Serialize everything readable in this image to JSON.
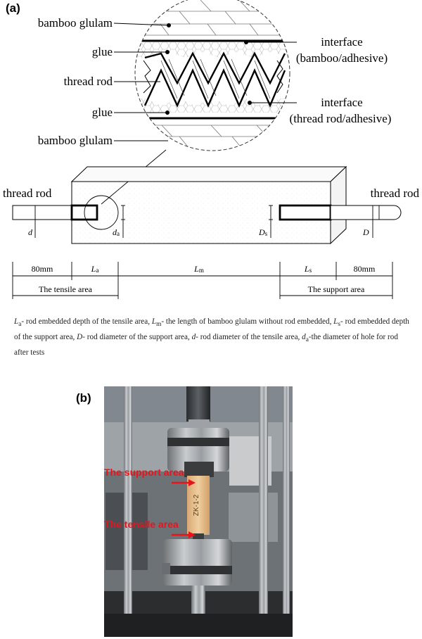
{
  "panel_a": "(a)",
  "panel_b": "(b)",
  "labels": {
    "bamboo_glulam_top": "bamboo glulam",
    "glue_top": "glue",
    "thread_rod_mid": "thread rod",
    "glue_bottom": "glue",
    "bamboo_glulam_bottom": "bamboo glulam",
    "interface1_l1": "interface",
    "interface1_l2": "(bamboo/adhesive)",
    "interface2_l1": "interface",
    "interface2_l2": "(thread rod/adhesive)",
    "thread_rod_left": "thread rod",
    "thread_rod_right": "thread rod"
  },
  "dims": {
    "d": "d",
    "da": "d",
    "da_sub": "a",
    "Ds": "D",
    "Ds_sub": "s",
    "D": "D",
    "seg_80_left": "80mm",
    "La": "L",
    "La_sub": "a",
    "Lm": "L",
    "Lm_sub": "m",
    "Ls": "L",
    "Ls_sub": "s",
    "seg_80_right": "80mm",
    "tensile_area": "The tensile area",
    "support_area": "The support area"
  },
  "legend": {
    "La": "L",
    "La_sub": "a",
    "La_text": "- rod embedded depth of the tensile area, ",
    "Lm": "L",
    "Lm_sub": "m",
    "Lm_text": "- the length of bamboo glulam without rod embedded, ",
    "Ls": "L",
    "Ls_sub": "s",
    "Ls_text": "- rod embedded depth of the support area, ",
    "D": "D",
    "D_text": "- rod diameter of the support area, ",
    "d": "d",
    "d_text": "- rod diameter of the tensile area, ",
    "da": "d",
    "da_sub": "a",
    "da_text": "-the diameter of hole for rod after tests"
  },
  "photo": {
    "support_label": "The support area",
    "tensile_label": "The tensile area",
    "specimen_text": "ZK-1-2"
  },
  "colors": {
    "red": "#e8141b",
    "wood": "#e6bd8a",
    "steel": "#a9abae",
    "background": "#6d7276"
  }
}
